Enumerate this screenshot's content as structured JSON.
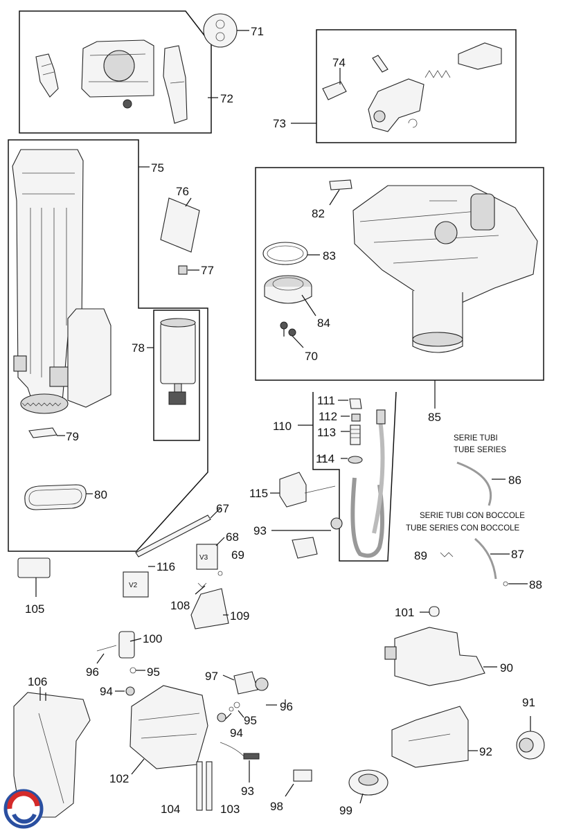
{
  "labels": {
    "p67": "67",
    "p68": "68",
    "p69": "69",
    "p70": "70",
    "p71": "71",
    "p72": "72",
    "p73": "73",
    "p74": "74",
    "p75": "75",
    "p76": "76",
    "p77": "77",
    "p78": "78",
    "p79": "79",
    "p80": "80",
    "p82": "82",
    "p83": "83",
    "p84": "84",
    "p85": "85",
    "p86": "86",
    "p87": "87",
    "p88": "88",
    "p89": "89",
    "p90": "90",
    "p91": "91",
    "p92": "92",
    "p93a": "93",
    "p93b": "93",
    "p94a": "94",
    "p94b": "94",
    "p95a": "95",
    "p95b": "95",
    "p96a": "96",
    "p96b": "96",
    "p97": "97",
    "p98": "98",
    "p99": "99",
    "p100": "100",
    "p101": "101",
    "p102": "102",
    "p103": "103",
    "p104": "104",
    "p105": "105",
    "p106": "106",
    "p108": "108",
    "p109": "109",
    "p110": "110",
    "p111": "111",
    "p112": "112",
    "p113": "113",
    "p114": "114",
    "p115": "115",
    "p116": "116"
  },
  "notes": {
    "tube_series_it": "SERIE TUBI",
    "tube_series_en": "TUBE SERIES",
    "tube_series_bush_it": "SERIE TUBI CON BOCCOLE",
    "tube_series_bush_en": "TUBE SERIES CON BOCCOLE"
  },
  "valve_marks": {
    "v2": "V2",
    "v3": "V3"
  },
  "logo_icon": "circular-arrows-logo"
}
